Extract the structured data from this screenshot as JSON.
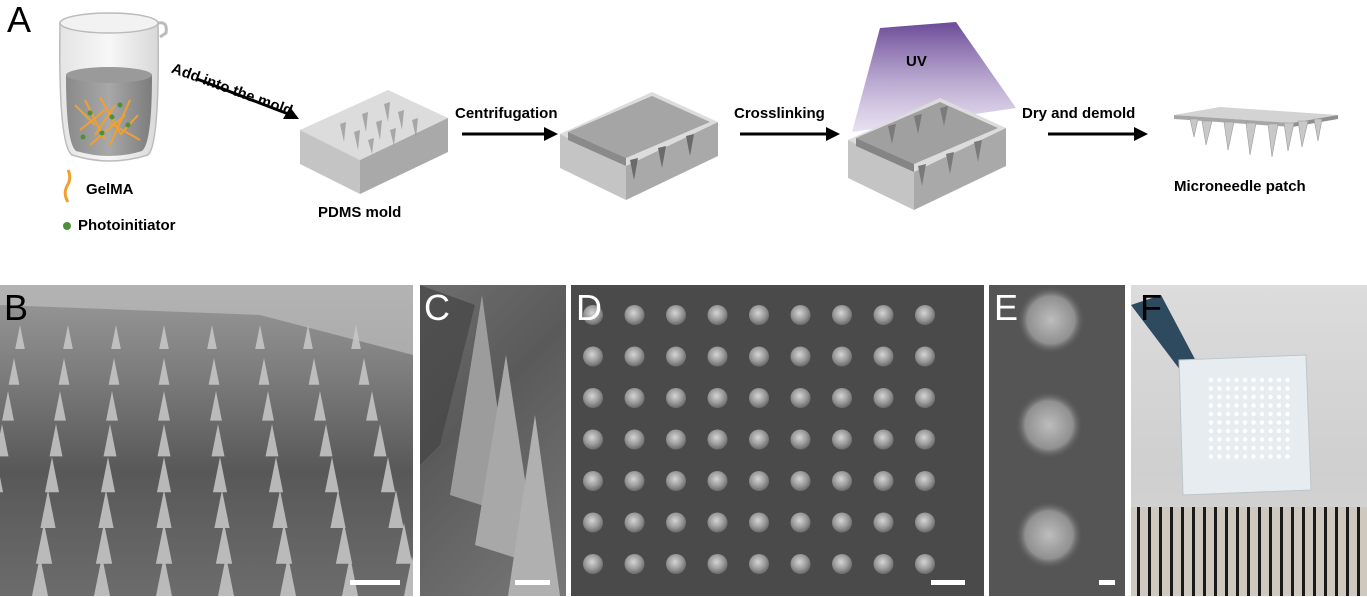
{
  "panel_a": {
    "letter": "A",
    "legend": {
      "gelma": "GelMA",
      "photoinitiator": "Photoinitiator"
    },
    "steps": {
      "add_into_mold": "Add into the mold",
      "pdms_mold": "PDMS mold",
      "centrifugation": "Centrifugation",
      "crosslinking": "Crosslinking",
      "uv": "UV",
      "dry_and_demold": "Dry and demold",
      "microneedle_patch": "Microneedle patch"
    }
  },
  "panels": {
    "b": "B",
    "c": "C",
    "d": "D",
    "e": "E",
    "f": "F"
  },
  "colors": {
    "mold_top": "#d8d8d8",
    "mold_side": "#b9b9b9",
    "uv_purple": "#6b4a97",
    "gelma_orange": "#f0a030",
    "photoinitiator_green": "#4f8f3a",
    "sem_background": "#4a4a4a"
  }
}
